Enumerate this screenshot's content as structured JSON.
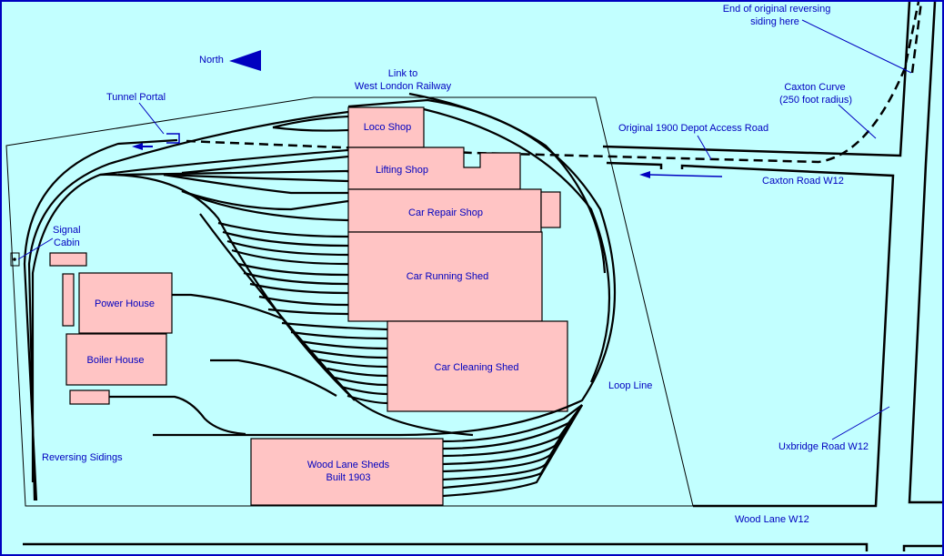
{
  "map": {
    "title": "Wood Lane Depot site plan",
    "colors": {
      "background": "#c2ffff",
      "building": "#ffc4c4",
      "label": "#0000c0",
      "track": "#000000"
    },
    "compass": {
      "label": "North",
      "icon": "north-arrow-icon"
    },
    "buildings": {
      "loco_shop": "Loco Shop",
      "lifting_shop": "Lifting Shop",
      "car_repair_shop": "Car Repair Shop",
      "car_running_shed": "Car Running Shed",
      "car_cleaning_shed": "Car Cleaning Shed",
      "power_house": "Power House",
      "boiler_house": "Boiler House",
      "wood_lane_sheds_line1": "Wood Lane Sheds",
      "wood_lane_sheds_line2": "Built 1903"
    },
    "annotations": {
      "link_line1": "Link to",
      "link_line2": "West London Railway",
      "tunnel_portal": "Tunnel Portal",
      "signal_line1": "Signal",
      "signal_line2": "Cabin",
      "reversing_sidings": "Reversing Sidings",
      "loop_line": "Loop Line",
      "end_line1": "End of original reversing",
      "end_line2": "siding here",
      "caxton_curve_line1": "Caxton Curve",
      "caxton_curve_line2": "(250 foot radius)",
      "access_road": "Original 1900 Depot Access Road"
    },
    "roads": {
      "caxton_road": "Caxton Road W12",
      "uxbridge_road": "Uxbridge Road W12",
      "wood_lane": "Wood Lane W12"
    }
  }
}
